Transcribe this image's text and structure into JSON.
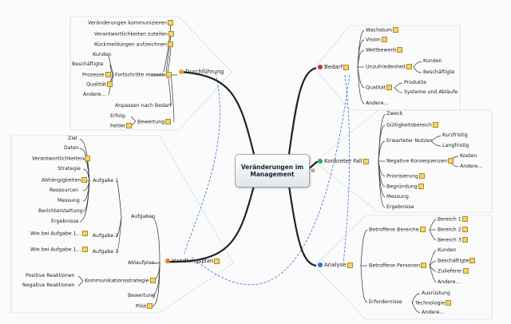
{
  "center": {
    "line1": "Veränderungen im",
    "line2": "Management"
  },
  "colors": {
    "bedarf": "#c0392b",
    "konkreter": "#27ae60",
    "analyse": "#2e6fd1",
    "durchfuehrung": "#f39c12",
    "handlung": "#e67e22"
  },
  "branches": {
    "durchfuehrung": {
      "label": "Durchführung",
      "items": [
        "Veränderungen kommunizieren",
        "Verantwortlichkeiten zuteilen",
        "Rückmeldungen aufzeichnen",
        "Fortschritte messen",
        "Anpassen nach Bedarf",
        "Bewertung"
      ],
      "fortschritte": [
        "Kunden",
        "Beschäftigte",
        "Prozesse",
        "Qualität",
        "Andere..."
      ],
      "bewertung": [
        "Erfolg:",
        "Fehler"
      ]
    },
    "handlungsplan": {
      "label": "Handlungsplan",
      "items": [
        "Aufgaben",
        "Ablaufplan",
        "Kommunikationsstrategie",
        "Bewertung",
        "Pilot"
      ],
      "aufgaben": [
        "Aufgabe 1",
        "Aufgabe 2",
        "Aufgabe 3"
      ],
      "aufgabe1": [
        "Ziel",
        "Daten",
        "Verantwortlichkeiten",
        "Strategie",
        "Abhängigkeiten",
        "Ressourcen",
        "Messung",
        "Berichterstattung",
        "Ergebnisse"
      ],
      "aufgabe2": [
        "Wie bei Aufgabe 1..."
      ],
      "aufgabe3": [
        "Wie bei Aufgabe 1..."
      ],
      "kommunikation": [
        "Positive Reaktionen",
        "Negative Reaktionen"
      ]
    },
    "bedarf": {
      "label": "Bedarf",
      "items": [
        "Wachstum",
        "Vision",
        "Wettbewerb",
        "Unzufriedenheit",
        "Qualität",
        "Andere..."
      ],
      "unzufriedenheit": [
        "Kunden",
        "Beschäftigte"
      ],
      "qualitaet": [
        "Produkte",
        "Systeme und Abläufe"
      ]
    },
    "konkreter": {
      "label": "Konkreter Fall",
      "items": [
        "Zweck",
        "Gültigkeitsbereich",
        "Erwarteter Nutzen",
        "Negative Konsequenzen",
        "Priorisierung",
        "Begründung",
        "Messung",
        "Ergebnisse"
      ],
      "nutzen": [
        "Kurzfristig",
        "Langfristig"
      ],
      "konsequenzen": [
        "Kosten",
        "Andere..."
      ]
    },
    "analyse": {
      "label": "Analyse",
      "items": [
        "Betroffene Bereiche",
        "Betroffene Personen",
        "Erfordernisse"
      ],
      "bereiche": [
        "Bereich 1",
        "Bereich 2",
        "Bereich 3"
      ],
      "personen": [
        "Kunden",
        "Beschäftigte",
        "Zulieferer",
        "Andere..."
      ],
      "erfordernisse": [
        "Ausrüstung",
        "Technologie",
        "Andere..."
      ]
    }
  }
}
